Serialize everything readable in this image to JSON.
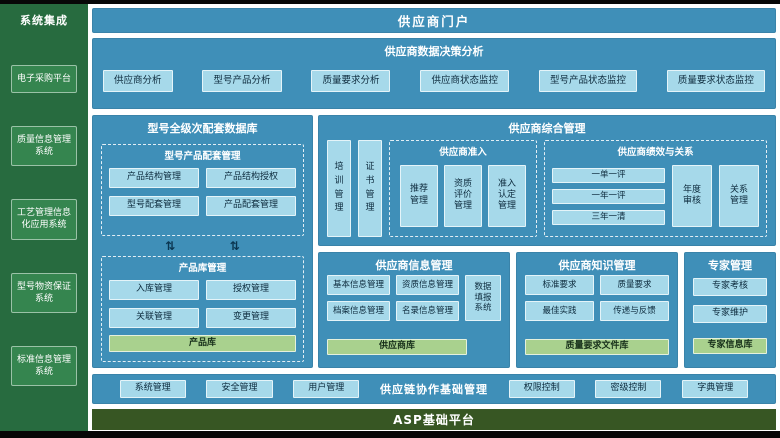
{
  "icons": {
    "sync_arrow": "⇅"
  },
  "sidebar": {
    "title": "系统集成",
    "items": [
      "电子采购平台",
      "质量信息管理系统",
      "工艺管理信息化应用系统",
      "型号物资保证系统",
      "标准信息管理系统"
    ]
  },
  "portal": {
    "title": "供应商门户"
  },
  "decision": {
    "title": "供应商数据决策分析",
    "buttons": [
      "供应商分析",
      "型号产品分析",
      "质量要求分析",
      "供应商状态监控",
      "型号产品状态监控",
      "质量要求状态监控"
    ]
  },
  "model_db": {
    "title": "型号全级次配套数据库",
    "support": {
      "title": "型号产品配套管理",
      "buttons": [
        "产品结构管理",
        "产品结构授权",
        "型号配套管理",
        "产品配套管理"
      ]
    },
    "library": {
      "title": "产品库管理",
      "buttons": [
        "入库管理",
        "授权管理",
        "关联管理",
        "变更管理"
      ],
      "store": "产品库"
    }
  },
  "comprehensive": {
    "title": "供应商综合管理",
    "vertical_buttons": [
      "培\n训\n管\n理",
      "证\n书\n管\n理"
    ],
    "access": {
      "title": "供应商准入",
      "buttons": [
        "推荐\n管理",
        "资质\n评价\n管理",
        "准入\n认定\n管理"
      ]
    },
    "performance": {
      "title": "供应商绩效与关系",
      "small_buttons": [
        "一单一评",
        "一年一评",
        "三年一清"
      ],
      "tall_buttons": [
        "年度\n审核",
        "关系\n管理"
      ]
    }
  },
  "info": {
    "title": "供应商信息管理",
    "buttons": [
      "基本信息管理",
      "资质信息管理",
      "档案信息管理",
      "名录信息管理"
    ],
    "tall_button": "数据\n填报\n系统",
    "store": "供应商库"
  },
  "knowledge": {
    "title": "供应商知识管理",
    "buttons": [
      "标准要求",
      "质量要求",
      "最佳实践",
      "传递与反馈"
    ],
    "store": "质量要求文件库"
  },
  "expert": {
    "title": "专家管理",
    "buttons": [
      "专家考核",
      "专家维护"
    ],
    "store": "专家信息库"
  },
  "base": {
    "title": "供应链协作基础管理",
    "left_buttons": [
      "系统管理",
      "安全管理",
      "用户管理"
    ],
    "right_buttons": [
      "权限控制",
      "密级控制",
      "字典管理"
    ]
  },
  "platform": {
    "title": "ASP基础平台"
  },
  "colors": {
    "sidebar_green": "#276b3f",
    "sidebar_item_green": "#35854f",
    "panel_blue": "#3f8fb8",
    "module_blue": "#a6d9ea",
    "store_green": "#a9d18e",
    "platform_green": "#375623"
  }
}
